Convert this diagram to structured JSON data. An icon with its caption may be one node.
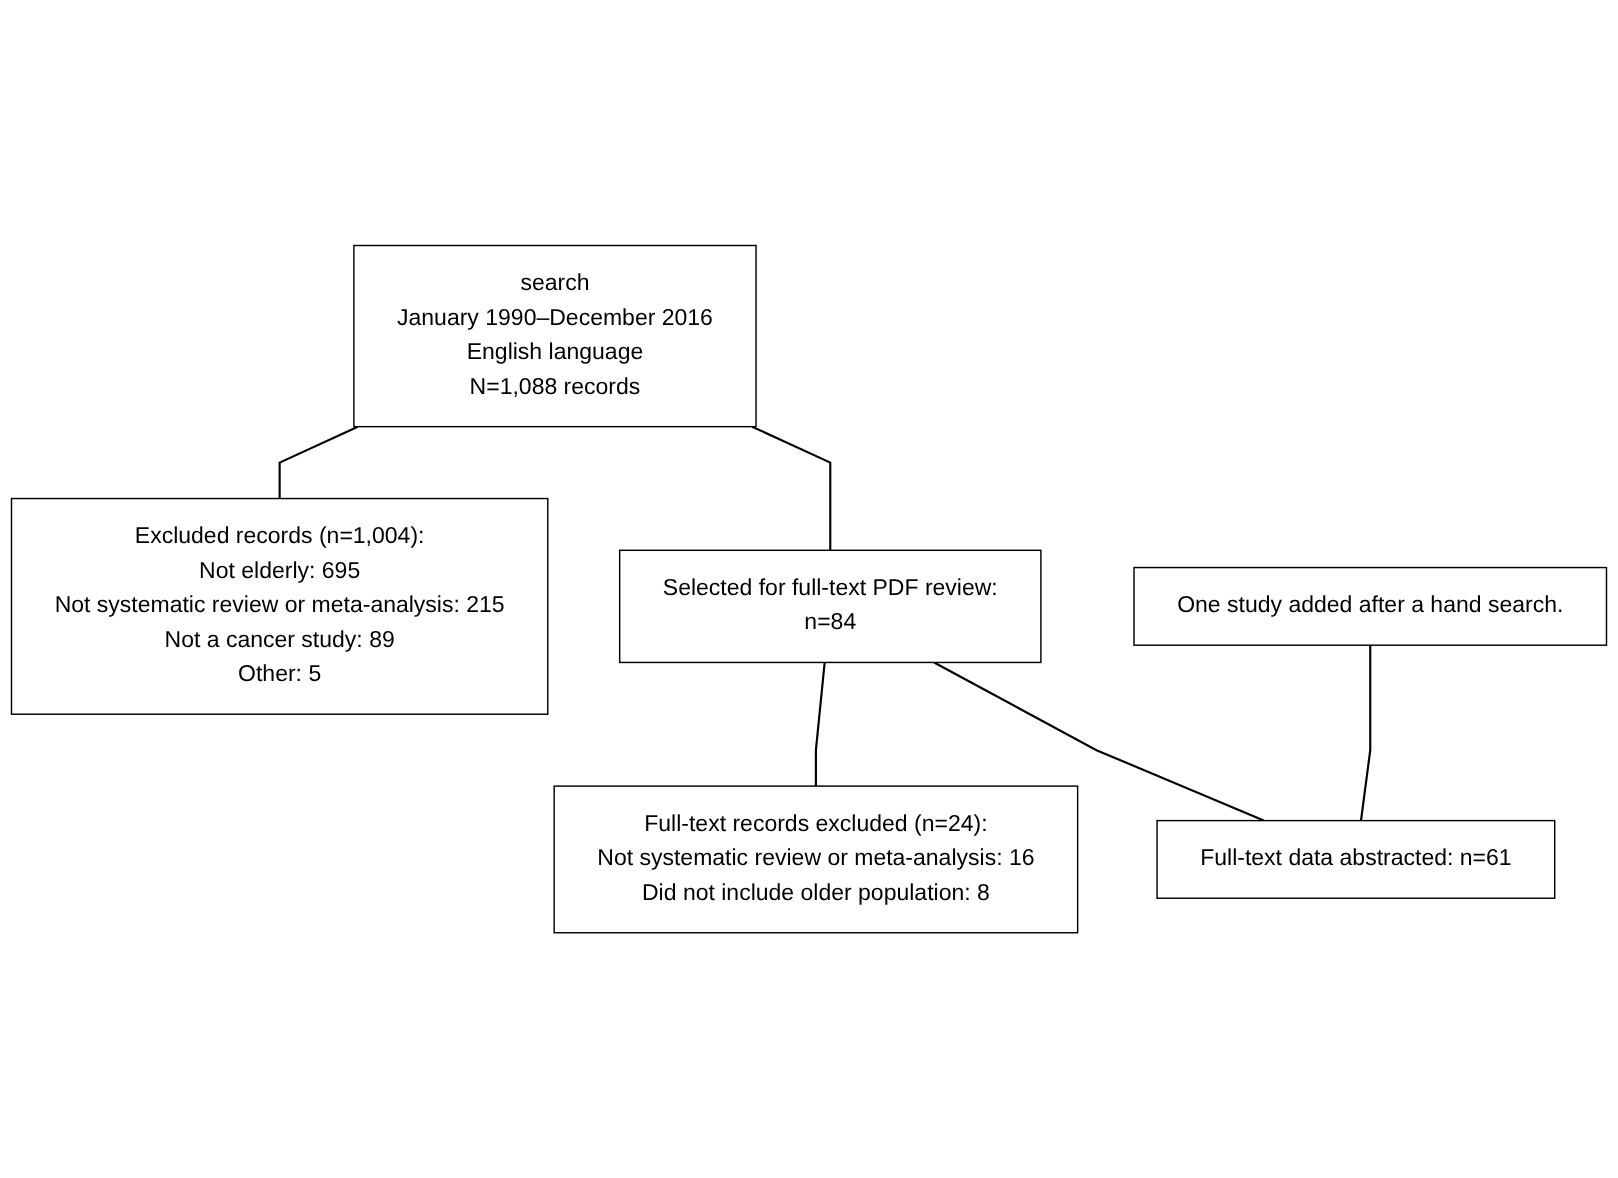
{
  "diagram": {
    "nodes": [
      {
        "text": [
          "search",
          "January 1990–December 2016",
          "English language",
          "N=1,088 records"
        ]
      },
      {
        "text": [
          "Excluded records (n=1,004):",
          "Not elderly: 695",
          "Not systematic review or meta-analysis: 215",
          "Not a cancer study: 89",
          "Other: 5"
        ]
      },
      {
        "text": [
          "Selected for full-text PDF review:",
          "n=84"
        ]
      },
      {
        "text": [
          "One study added after a hand search."
        ]
      },
      {
        "text": [
          "Full-text records excluded (n=24):",
          "Not systematic review or meta-analysis: 16",
          "Did not include older population: 8"
        ]
      },
      {
        "text": [
          "Full-text data abstracted: n=61"
        ]
      }
    ],
    "edges": [
      {
        "from": 0,
        "to": 2,
        "arrow": "none"
      },
      {
        "from": 2,
        "to": 5,
        "arrow": "none"
      },
      {
        "from": 0,
        "to": 1,
        "arrow": "none"
      },
      {
        "from": 3,
        "to": 5,
        "arrow": "none"
      },
      {
        "from": 2,
        "to": 4,
        "arrow": "none"
      }
    ]
  }
}
